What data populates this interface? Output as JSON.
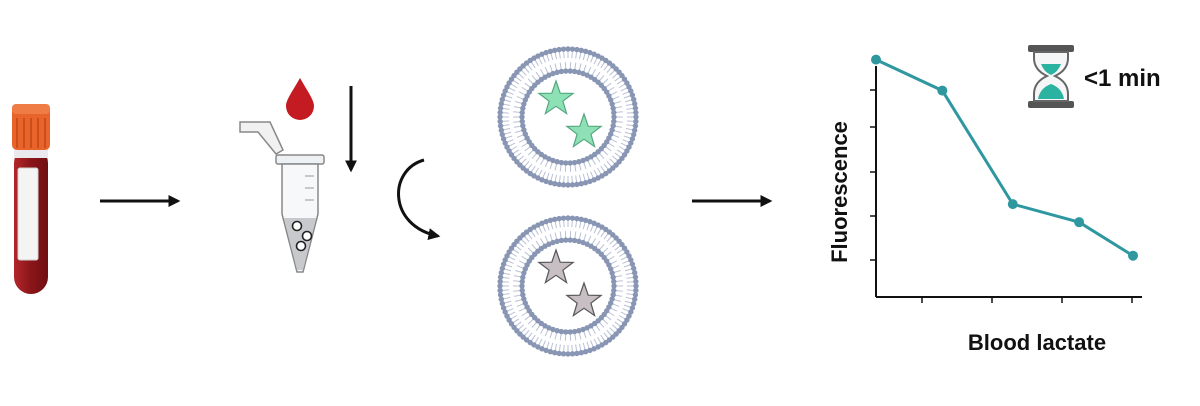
{
  "timer": {
    "label": "<1 min",
    "icon": "hourglass-icon"
  },
  "graph": {
    "xlabel": "Blood lactate",
    "ylabel": "Fluorescence"
  },
  "colors": {
    "teal": "#2e97a0",
    "blood": "#a61c1f",
    "cap": "#e8642a",
    "star_active": "#8ee0b5",
    "star_quenched": "#c7bfc3",
    "vesicle": "#8895b3"
  },
  "chart_data": {
    "type": "line",
    "xlabel": "Blood lactate",
    "ylabel": "Fluorescence",
    "x": [
      0,
      1.6,
      3.3,
      4.9,
      6.2
    ],
    "y": [
      9.2,
      8.0,
      3.6,
      2.9,
      1.6
    ],
    "xlim": [
      0,
      6.2
    ],
    "ylim": [
      0,
      10
    ],
    "grid": false
  }
}
